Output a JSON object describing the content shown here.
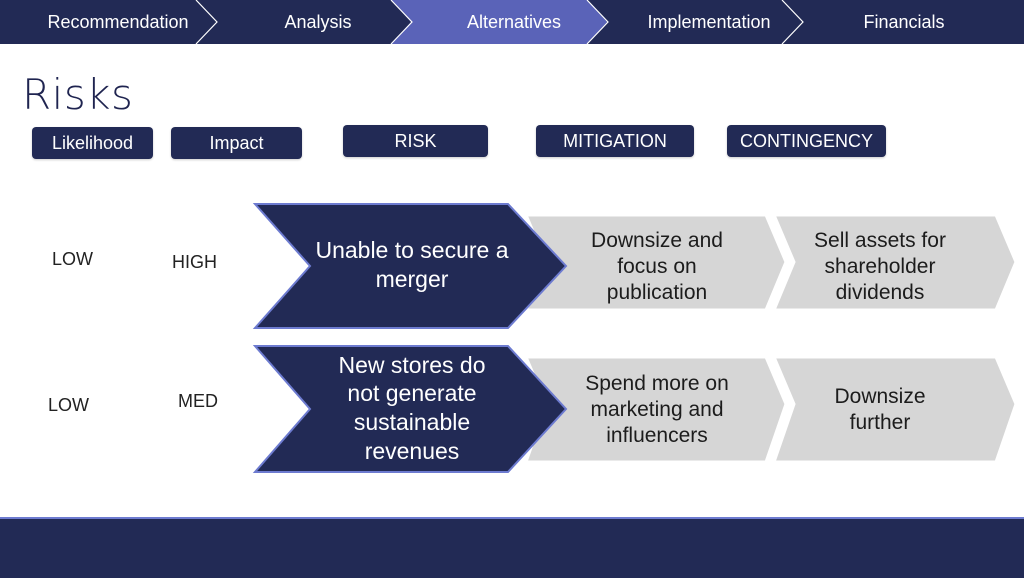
{
  "nav": {
    "steps": [
      "Recommendation",
      "Analysis",
      "Alternatives",
      "Implementation",
      "Financials"
    ],
    "active_index": 2
  },
  "page": {
    "title": "Risks"
  },
  "headers": {
    "likelihood": "Likelihood",
    "impact": "Impact",
    "risk": "RISK",
    "mitigation": "MITIGATION",
    "contingency": "CONTINGENCY"
  },
  "rows": [
    {
      "likelihood": "LOW",
      "impact": "HIGH",
      "risk": "Unable to secure a merger",
      "mitigation": "Downsize and focus on publication",
      "contingency": "Sell assets for shareholder dividends"
    },
    {
      "likelihood": "LOW",
      "impact": "MED",
      "risk": "New stores do not generate sustainable revenues",
      "mitigation": "Spend more on marketing and influencers",
      "contingency": "Downsize further"
    }
  ],
  "colors": {
    "navy": "#222a55",
    "active_step": "#5a63b8",
    "chevron_grey": "#d6d6d6",
    "accent_line": "#6d7bd0"
  }
}
